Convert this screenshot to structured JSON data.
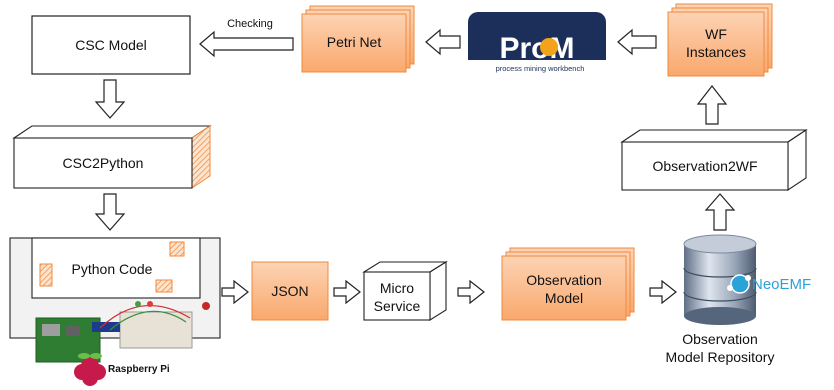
{
  "nodes": {
    "csc_model": "CSC Model",
    "checking": "Checking",
    "petri_net": "Petri Net",
    "prom_logo": "ProM",
    "prom_tagline": "process mining workbench",
    "wf_instances_1": "WF",
    "wf_instances_2": "Instances",
    "csc2python": "CSC2Python",
    "observation2wf": "Observation2WF",
    "python_code": "Python Code",
    "raspberry_pi": "Raspberry Pi",
    "json": "JSON",
    "micro_service_1": "Micro",
    "micro_service_2": "Service",
    "observation_model_1": "Observation",
    "observation_model_2": "Model",
    "neoemf": "NeoEMF",
    "repo_1": "Observation",
    "repo_2": "Model Repository"
  },
  "colors": {
    "orange_box": "#fbb98a",
    "orange_border": "#f08a3e",
    "prom_navy": "#1c2f5a",
    "neoemf_blue": "#2aa3d8"
  }
}
